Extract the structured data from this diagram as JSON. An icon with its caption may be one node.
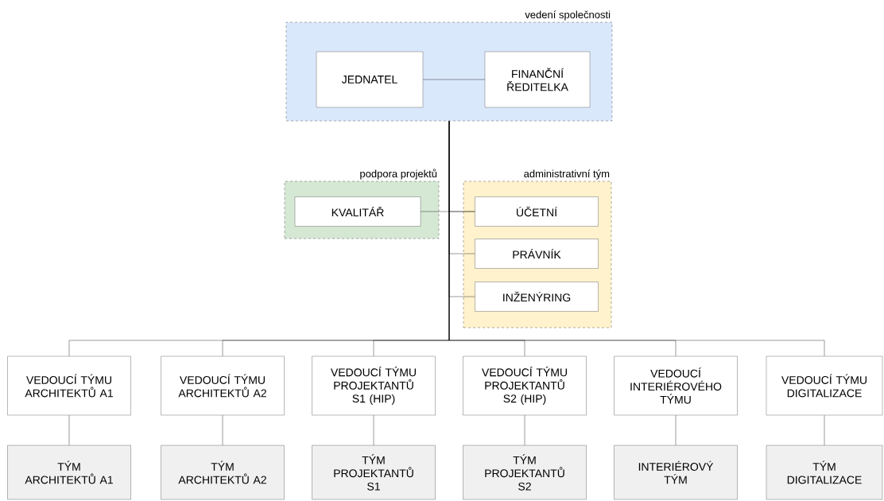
{
  "diagram": {
    "nodes": [
      {
        "text": [
          "vedení společnosti"
        ]
      },
      {
        "text": [
          "JEDNATEL"
        ],
        "in": 0
      },
      {
        "text": [
          "FINANČNÍ ŘEDITELKA"
        ],
        "in": 0
      },
      {
        "text": [
          "podpora projektů"
        ]
      },
      {
        "text": [
          "KVALITÁŘ"
        ],
        "in": 3
      },
      {
        "text": [
          "administrativní tým"
        ]
      },
      {
        "text": [
          "ÚČETNÍ"
        ],
        "in": 5
      },
      {
        "text": [
          "PRÁVNÍK"
        ],
        "in": 5
      },
      {
        "text": [
          "INŽENÝRING"
        ],
        "in": 5
      },
      {
        "text": [
          "VEDOUCÍ TÝMU ARCHITEKTŮ A1"
        ]
      },
      {
        "text": [
          "VEDOUCÍ TÝMU ARCHITEKTŮ A2"
        ]
      },
      {
        "text": [
          "VEDOUCÍ TÝMU PROJEKTANTŮ S1 (HIP)"
        ]
      },
      {
        "text": [
          "VEDOUCÍ TÝMU PROJEKTANTŮ S2 (HIP)"
        ]
      },
      {
        "text": [
          "VEDOUCÍ INTERIÉROVÉHO TÝMU"
        ]
      },
      {
        "text": [
          "VEDOUCÍ TÝMU DIGITALIZACE"
        ]
      },
      {
        "text": [
          "TÝM ARCHITEKTŮ A1"
        ]
      },
      {
        "text": [
          "TÝM ARCHITEKTŮ A2"
        ]
      },
      {
        "text": [
          "TÝM PROJEKTANTŮ S1"
        ]
      },
      {
        "text": [
          "TÝM PROJEKTANTŮ S2"
        ]
      },
      {
        "text": [
          "INTERIÉROVÝ TÝM"
        ]
      },
      {
        "text": [
          "TÝM DIGITALIZACE"
        ]
      }
    ],
    "edges": [
      {
        "from": 1,
        "to": 2,
        "arrow": "none"
      },
      {
        "from": 4,
        "to": 6,
        "arrow": "none"
      },
      {
        "from": 0,
        "to": 6,
        "arrow": "none"
      },
      {
        "from": 0,
        "to": 7,
        "arrow": "none"
      },
      {
        "from": 0,
        "to": 8,
        "arrow": "none"
      },
      {
        "from": 0,
        "to": 9,
        "arrow": "none"
      },
      {
        "from": 0,
        "to": 10,
        "arrow": "none"
      },
      {
        "from": 0,
        "to": 11,
        "arrow": "none"
      },
      {
        "from": 0,
        "to": 12,
        "arrow": "none"
      },
      {
        "from": 0,
        "to": 13,
        "arrow": "none"
      },
      {
        "from": 0,
        "to": 14,
        "arrow": "none"
      },
      {
        "from": 9,
        "to": 15,
        "arrow": "none"
      },
      {
        "from": 10,
        "to": 16,
        "arrow": "none"
      },
      {
        "from": 11,
        "to": 17,
        "arrow": "none"
      },
      {
        "from": 12,
        "to": 18,
        "arrow": "none"
      },
      {
        "from": 13,
        "to": 19,
        "arrow": "none"
      },
      {
        "from": 14,
        "to": 20,
        "arrow": "none"
      }
    ]
  }
}
